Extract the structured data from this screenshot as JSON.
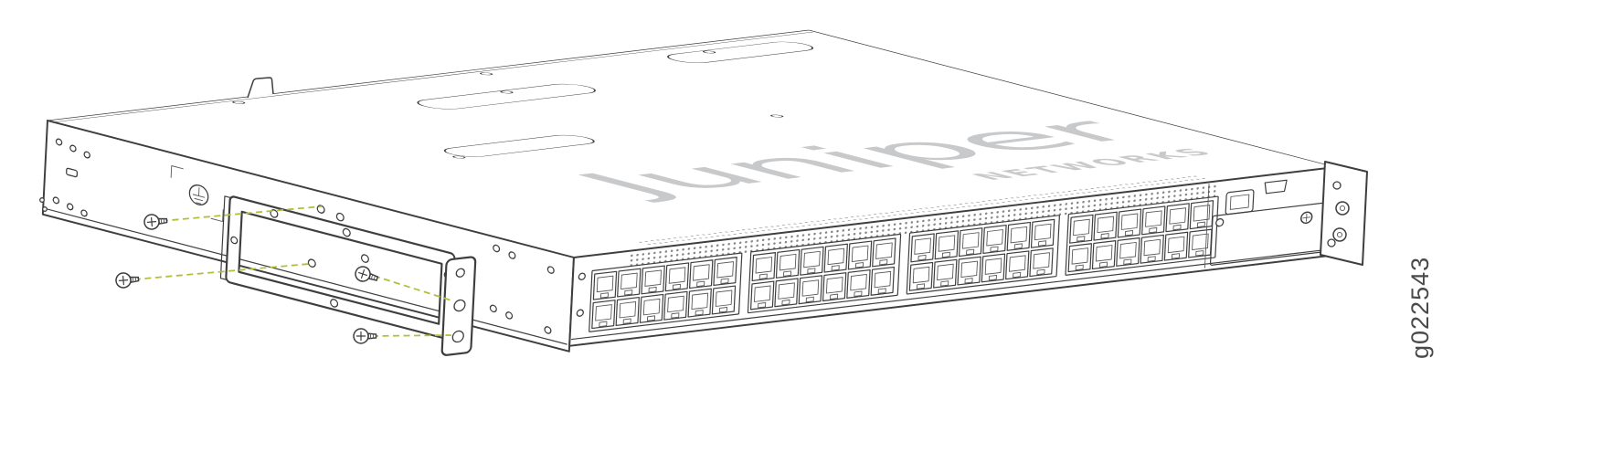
{
  "figure": {
    "code": "g022543"
  },
  "logo": {
    "wordmark": "Juniper",
    "tagline": "NETWORKS"
  },
  "palette": {
    "line": "#3e3e40",
    "logo": "#c8c9cb",
    "guide": "#b3bf3a",
    "label": "#4a4a4a",
    "background": "#ffffff"
  },
  "ports": {
    "groups": 4,
    "columns": 6,
    "rows": 2
  }
}
